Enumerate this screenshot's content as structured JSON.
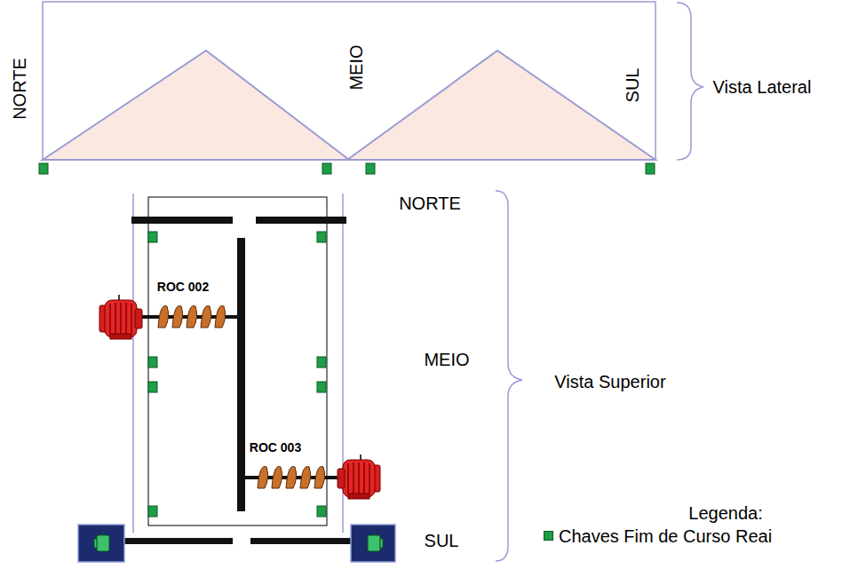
{
  "diagram": {
    "labels": [
      "NORTE",
      "MEIO",
      "SUL",
      "Vista Lateral",
      "NORTE",
      "ROC 002",
      "MEIO",
      "ROC 003",
      "SUL",
      "Vista Superior",
      "Legenda:"
    ],
    "legend": [
      {
        "text": "Chaves Fim de Curso Reai",
        "color": "#1e9e46"
      }
    ]
  }
}
